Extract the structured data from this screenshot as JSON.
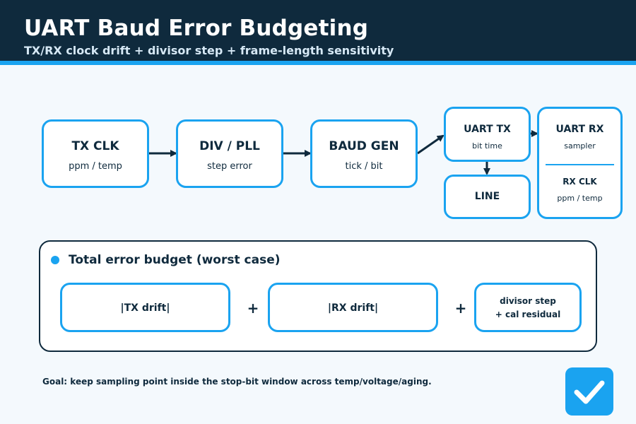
{
  "header": {
    "title": "UART Baud Error Budgeting",
    "subtitle": "TX/RX clock drift + divisor step + frame-length sensitivity"
  },
  "pipeline": {
    "tx_clk": {
      "label": "TX CLK",
      "sub": "ppm / temp"
    },
    "div_pll": {
      "label": "DIV / PLL",
      "sub": "step error"
    },
    "baud_gen": {
      "label": "BAUD GEN",
      "sub": "tick / bit"
    },
    "uart_tx": {
      "label": "UART TX",
      "sub": "bit time"
    },
    "line": {
      "label": "LINE"
    },
    "uart_rx": {
      "label": "UART RX",
      "sub": "sampler",
      "clk_label": "RX CLK",
      "clk_sub": "ppm / temp"
    }
  },
  "budget": {
    "title": "Total error budget (worst case)",
    "term_tx": "|TX drift|",
    "term_rx": "|RX drift|",
    "term_div_line1": "divisor step",
    "term_div_line2": "+ cal residual",
    "plus": "+"
  },
  "footer": {
    "goal": "Goal: keep sampling point inside the stop-bit window across temp/voltage/aging."
  },
  "colors": {
    "accent": "#1aa3f0",
    "dark": "#0f2a3d",
    "background": "#f4f9fd"
  },
  "icons": {
    "check": "checkmark-icon"
  }
}
